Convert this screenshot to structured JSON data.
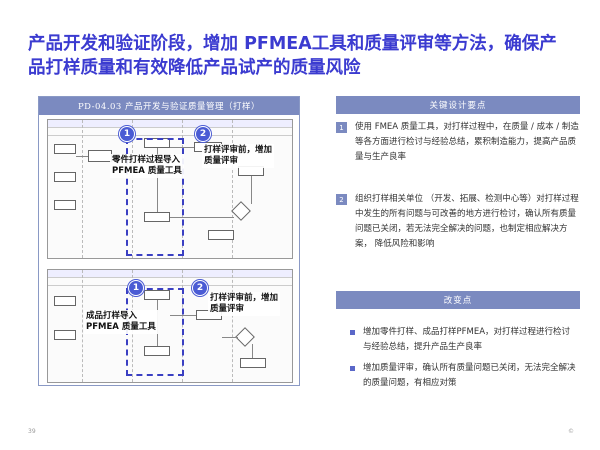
{
  "title": {
    "line1": "产品开发和验证阶段，增加 PFMEA工具和质量评审等方法，确保产",
    "line2": "品打样质量和有效降低产品试产的质量风险"
  },
  "left_panel": {
    "header": "PD-04.03 产品开发与验证质量管理（打样）",
    "diagram_top": {
      "badge1": "1",
      "badge2": "2",
      "callout1": "零件打样过程导入\nPFMEA 质量工具",
      "callout2": "打样评审前，增加\n质量评审"
    },
    "diagram_bottom": {
      "badge1": "1",
      "badge2": "2",
      "callout1": "成品打样导入\nPFMEA 质量工具",
      "callout2": "打样评审前，增加\n质量评审"
    }
  },
  "key_points": {
    "header": "关键设计要点",
    "items": [
      {
        "num": "1",
        "text": "使用 FMEA 质量工具，对打样过程中，在质量 / 成本 / 制造等各方面进行检讨与经验总结，累积制造能力，提高产品质量与生产良率"
      },
      {
        "num": "2",
        "text": "组织打样相关单位 （开发、拓展、检测中心等）对打样过程中发生的所有问题与可改善的地方进行检讨，确认所有质量问题已关闭，若无法完全解决的问题，也制定相应解决方案， 降低风险和影响"
      }
    ]
  },
  "changes": {
    "header": "改变点",
    "items": [
      {
        "text": "增加零件打样、成品打样PFMEA，对打样过程进行检讨与经验总结，提升产品生产良率"
      },
      {
        "text": "增加质量评审，确认所有质量问题已关闭，无法完全解决的质量问题，有相应对策"
      }
    ]
  },
  "footer": {
    "page": "39",
    "mark": "©"
  }
}
